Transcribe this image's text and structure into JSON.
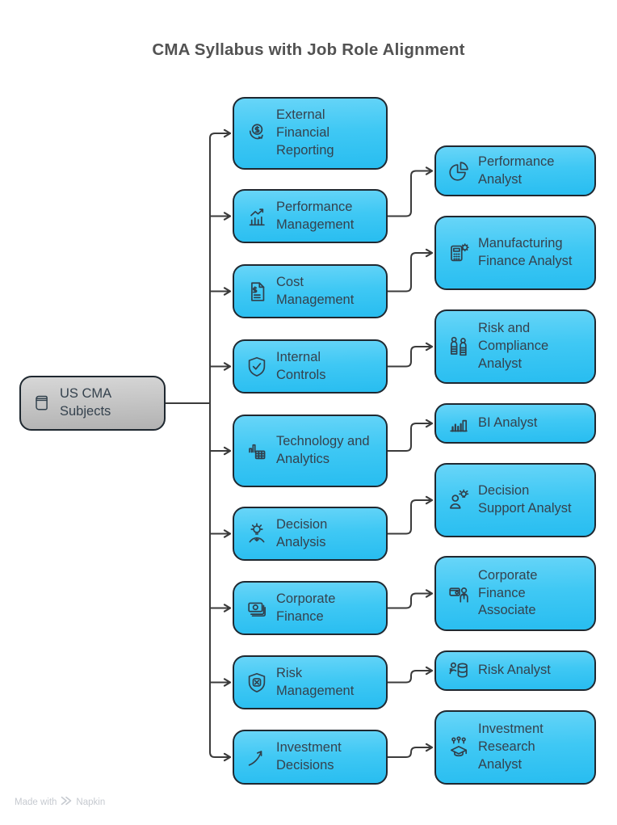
{
  "title": "CMA Syllabus with Job Role Alignment",
  "watermark": {
    "prefix": "Made with",
    "brand": "Napkin"
  },
  "colors": {
    "node_fill_top": "#68d5f8",
    "node_fill_mid": "#3fc8f4",
    "node_fill_bottom": "#28bdf0",
    "node_border": "#1f2830",
    "root_fill_top": "#d7d7d7",
    "root_fill_bottom": "#b2b2b2",
    "text": "#35424e",
    "connector": "#3b3b3b",
    "title": "#525252",
    "watermark": "#c6cad0"
  },
  "root": {
    "id": "root",
    "label": "US CMA Subjects",
    "icon": "book-icon"
  },
  "subjects": [
    {
      "id": "efr",
      "label": "External Financial Reporting",
      "icon": "currency-exchange-icon"
    },
    {
      "id": "pm",
      "label": "Performance Management",
      "icon": "rising-bar-chart-icon"
    },
    {
      "id": "cm",
      "label": "Cost Management",
      "icon": "invoice-dollar-icon"
    },
    {
      "id": "ic",
      "label": "Internal Controls",
      "icon": "shield-check-icon"
    },
    {
      "id": "ta",
      "label": "Technology and Analytics",
      "icon": "analytics-table-icon"
    },
    {
      "id": "da",
      "label": "Decision Analysis",
      "icon": "idea-lightbulb-icon"
    },
    {
      "id": "cf",
      "label": "Corporate Finance",
      "icon": "banknotes-icon"
    },
    {
      "id": "rm",
      "label": "Risk Management",
      "icon": "shield-x-icon"
    },
    {
      "id": "id",
      "label": "Investment Decisions",
      "icon": "growth-arrow-icon"
    }
  ],
  "roles": [
    {
      "id": "pa",
      "label": "Performance Analyst",
      "icon": "pie-chart-icon",
      "from": "pm"
    },
    {
      "id": "mfa",
      "label": "Manufacturing Finance Analyst",
      "icon": "calculator-gear-icon",
      "from": "cm"
    },
    {
      "id": "rca",
      "label": "Risk and Compliance Analyst",
      "icon": "auditor-people-icon",
      "from": "ic"
    },
    {
      "id": "bi",
      "label": "BI Analyst",
      "icon": "bar-chart-icon",
      "from": "ta"
    },
    {
      "id": "dsa",
      "label": "Decision Support Analyst",
      "icon": "person-idea-icon",
      "from": "da"
    },
    {
      "id": "cfa",
      "label": "Corporate Finance Associate",
      "icon": "wallet-person-icon",
      "from": "cf"
    },
    {
      "id": "ra",
      "label": "Risk Analyst",
      "icon": "person-database-icon",
      "from": "rm"
    },
    {
      "id": "ira",
      "label": "Investment Research Analyst",
      "icon": "graduation-research-icon",
      "from": "id"
    }
  ]
}
